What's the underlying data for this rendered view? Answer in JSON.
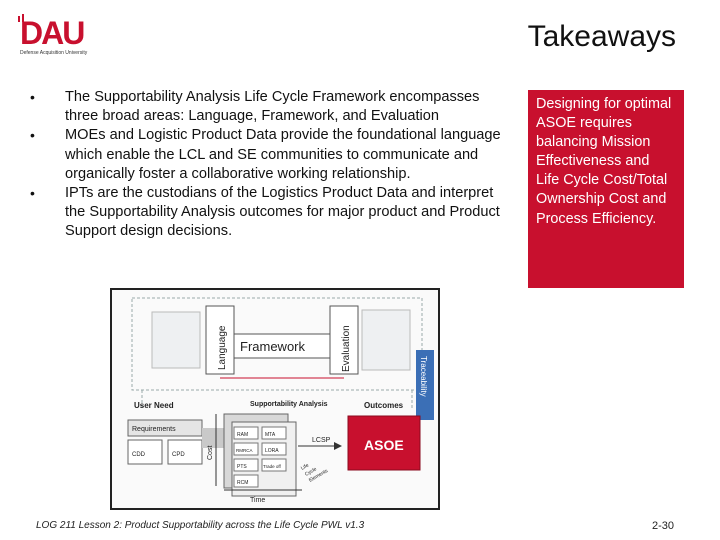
{
  "header": {
    "logo_text": "DAU",
    "logo_subtext": "Defense Acquisition University",
    "title": "Takeaways"
  },
  "bullets": [
    {
      "marker": "•",
      "text": "The Supportability Analysis Life Cycle Framework encompasses three broad areas: Language, Framework, and Evaluation"
    },
    {
      "marker": "•",
      "text": "MOEs and Logistic Product Data provide the foundational language which enable the LCL and SE communities to communicate and organically foster a collaborative working relationship."
    },
    {
      "marker": "•",
      "text": "IPTs are the custodians of the Logistics Product Data and interpret the Supportability Analysis outcomes for major product and Product Support design decisions."
    }
  ],
  "callout": {
    "text": "Designing for optimal ASOE requires balancing Mission Effectiveness and Life Cycle Cost/Total Ownership Cost and Process Efficiency."
  },
  "diagram": {
    "language": "Language",
    "framework": "Framework",
    "evaluation": "Evaluation",
    "traceability": "Traceability",
    "user_need": "User Need",
    "requirements": "Requirements",
    "supportability_analysis": "Supportability Analysis",
    "outcomes": "Outcomes",
    "asoe": "ASOE",
    "lcsp": "LCSP",
    "cost": "Cost",
    "time": "Time",
    "cdd": "CDD",
    "cpd": "CPD",
    "boxes": [
      "RAM",
      "MTA",
      "RMRCA",
      "LORA",
      "PTS",
      "Trade off",
      "RCM",
      ""
    ],
    "corner_labels": [
      "Life",
      "Cycle",
      "Elements"
    ]
  },
  "footer": {
    "text": "LOG 211 Lesson 2: Product Supportability across the Life Cycle",
    "overlay_text": "PWL",
    "version": "v1.3",
    "page_number": "2-30"
  },
  "colors": {
    "brand_red": "#c8102e",
    "callout_bg": "#c8102e",
    "traceability_blue": "#3b6fb6"
  }
}
